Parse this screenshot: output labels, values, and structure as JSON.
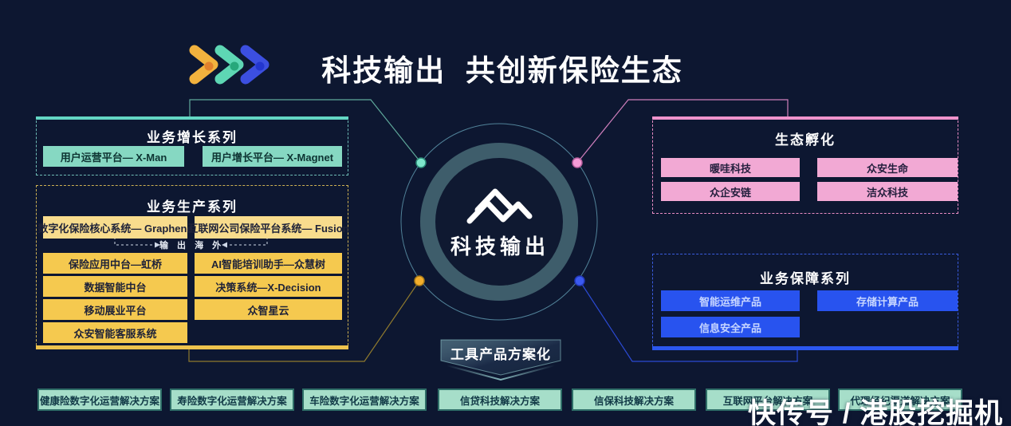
{
  "header": {
    "title": "科技输出  共创新保险生态",
    "logo": "triple-chevron"
  },
  "center": {
    "label": "科技输出",
    "logo": "zhongan-mountain-logo"
  },
  "banner": {
    "label": "工具产品方案化"
  },
  "production_note": {
    "label": "输 出 海 外"
  },
  "sections": {
    "growth": {
      "title": "业务增长系列",
      "items": [
        "用户运营平台— X-Man",
        "用户增长平台— X-Magnet"
      ]
    },
    "production": {
      "title": "业务生产系列",
      "featured": [
        "数字化保险核心系统— Graphene",
        "互联网公司保险平台系统— Fusion"
      ],
      "left_column": [
        "保险应用中台—虹桥",
        "数据智能中台",
        "移动展业平台",
        "众安智能客服系统"
      ],
      "right_column": [
        "AI智能培训助手—众慧树",
        "决策系统—X-Decision",
        "众智星云"
      ]
    },
    "incubation": {
      "title": "生态孵化",
      "items": [
        "暖哇科技",
        "众安生命",
        "众企安链",
        "洁众科技"
      ]
    },
    "assurance": {
      "title": "业务保障系列",
      "items": [
        "智能运维产品",
        "存储计算产品",
        "信息安全产品"
      ]
    }
  },
  "solutions": [
    "健康险数字化运营解决方案",
    "寿险数字化运营解决方案",
    "车险数字化运营解决方案",
    "信贷科技解决方案",
    "信保科技解决方案",
    "互联网平台解决方案",
    "代理经纪渠道解决方案"
  ],
  "watermark": {
    "text": "快传号 / 港股挖掘机"
  },
  "colors": {
    "background": "#0d1731",
    "teal_accent": "#7fd9c5",
    "yellow_accent": "#f5c94f",
    "yellow_light": "#f8dc8d",
    "pink_accent": "#f2a9d4",
    "blue_accent": "#2853ef",
    "mint_accent": "#a6dec9",
    "center_ring": "#3e5d6b",
    "dot_teal": "#7ee6cb",
    "dot_pink": "#f49bd6",
    "dot_yellow": "#f2ae2c",
    "dot_blue": "#3b5af0"
  }
}
